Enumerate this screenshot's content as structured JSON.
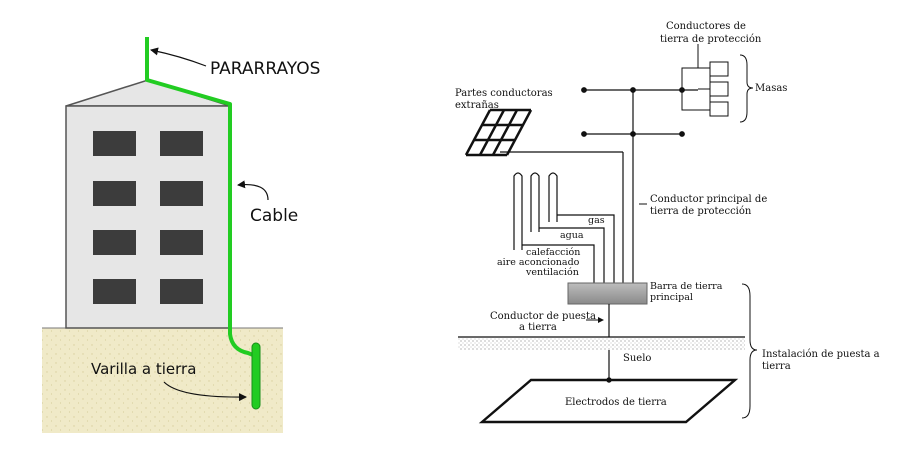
{
  "left": {
    "pararrayos": "PARARRAYOS",
    "cable": "Cable",
    "varilla": "Varilla a tierra",
    "conductor_color": "#22cc22"
  },
  "right": {
    "conductores_l1": "Conductores de",
    "conductores_l2": "tierra de protección",
    "masas": "Masas",
    "partes_l1": "Partes conductoras",
    "partes_l2": "extrañas",
    "principal_l1": "Conductor principal de",
    "principal_l2": "tierra de protección",
    "gas": "gas",
    "agua": "agua",
    "calefaccion": "calefacción",
    "aire": "aire aconcionado",
    "ventilacion": "ventilación",
    "barra_l1": "Barra de tierra",
    "barra_l2": "principal",
    "puesta_l1": "Conductor de puesta",
    "puesta_l2": "a tierra",
    "suelo": "Suelo",
    "instalacion_l1": "Instalación de puesta a",
    "instalacion_l2": "tierra",
    "electrodos": "Electrodos de tierra"
  }
}
